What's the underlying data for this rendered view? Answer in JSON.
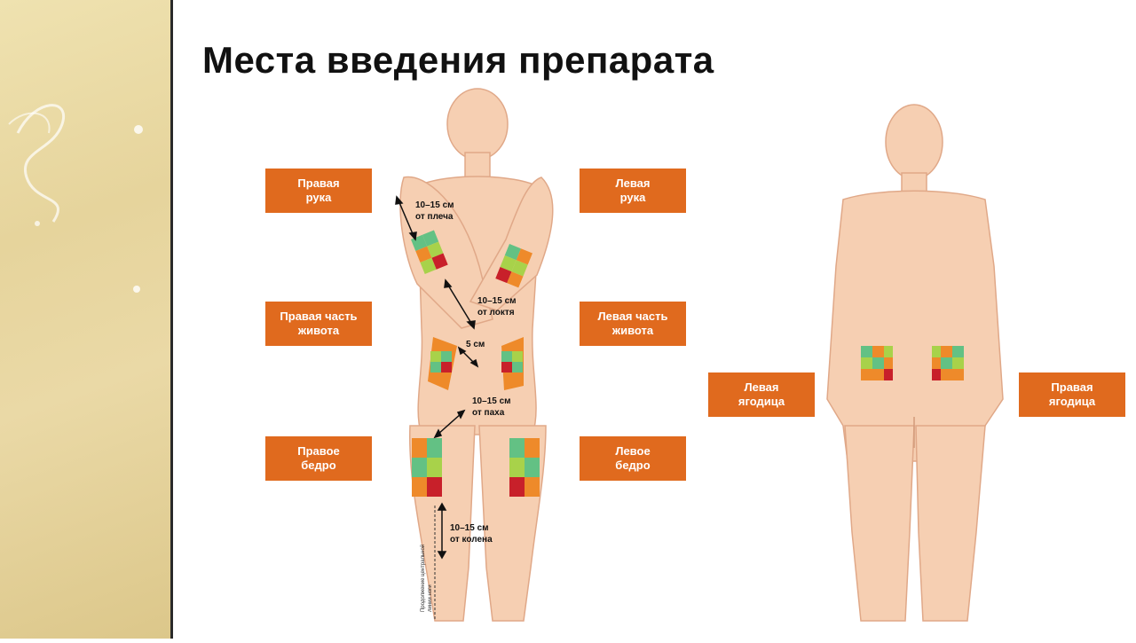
{
  "title": "Места введения препарата",
  "labels": {
    "right_arm": "Правая\nрука",
    "left_arm": "Левая\nрука",
    "right_abdomen": "Правая часть\nживота",
    "left_abdomen": "Левая часть\nживота",
    "right_thigh": "Правое\nбедро",
    "left_thigh": "Левое\nбедро",
    "left_buttock": "Левая\nягодица",
    "right_buttock": "Правая\nягодица"
  },
  "annotations": {
    "shoulder_l1": "10–15 см",
    "shoulder_l2": "от плеча",
    "elbow_l1": "10–15 см",
    "elbow_l2": "от локтя",
    "navel": "5 см",
    "groin_l1": "10–15 см",
    "groin_l2": "от паха",
    "knee_l1": "10–15 см",
    "knee_l2": "от колена",
    "vertical_l1": "Продолжение центральной",
    "vertical_l2": "линии ноги"
  },
  "colors": {
    "accent": "#e06a1e",
    "skin": "#f6cfb2",
    "skin_outline": "#e0a888",
    "zone_green": "#63c184",
    "zone_lime": "#a8d24a",
    "zone_orange": "#ee8a2a",
    "zone_red": "#c8202a",
    "sidebar": "#e8d6a2"
  }
}
